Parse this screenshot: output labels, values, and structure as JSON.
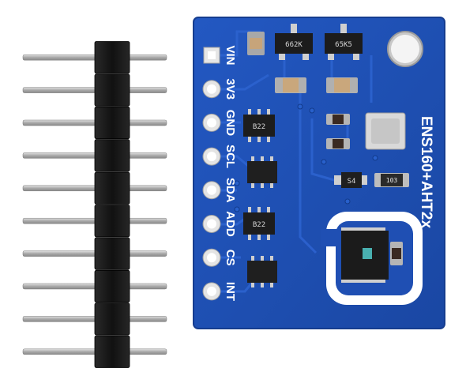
{
  "board": {
    "title": "ENS160+AHT2x",
    "colors": {
      "pcb": "#1f4fb3",
      "pcb_edge": "#163d8f",
      "trace": "#2a5ec7",
      "silkscreen": "#ffffff",
      "pad": "#d8d8d8",
      "header_plastic": "#1a1a1a",
      "pin_metal": "#b8b8b8"
    },
    "pins": [
      {
        "label": "VIN"
      },
      {
        "label": "3V3"
      },
      {
        "label": "GND"
      },
      {
        "label": "SCL"
      },
      {
        "label": "SDA"
      },
      {
        "label": "ADD"
      },
      {
        "label": "CS"
      },
      {
        "label": "INT"
      }
    ],
    "chip_markings": {
      "top_left_transistor": "662K",
      "top_right_transistor": "65K5",
      "upper_regulator": "B22",
      "lower_regulator": "B22",
      "small_transistor": "S4",
      "resistor": "103"
    }
  },
  "header": {
    "pin_count": 10
  }
}
